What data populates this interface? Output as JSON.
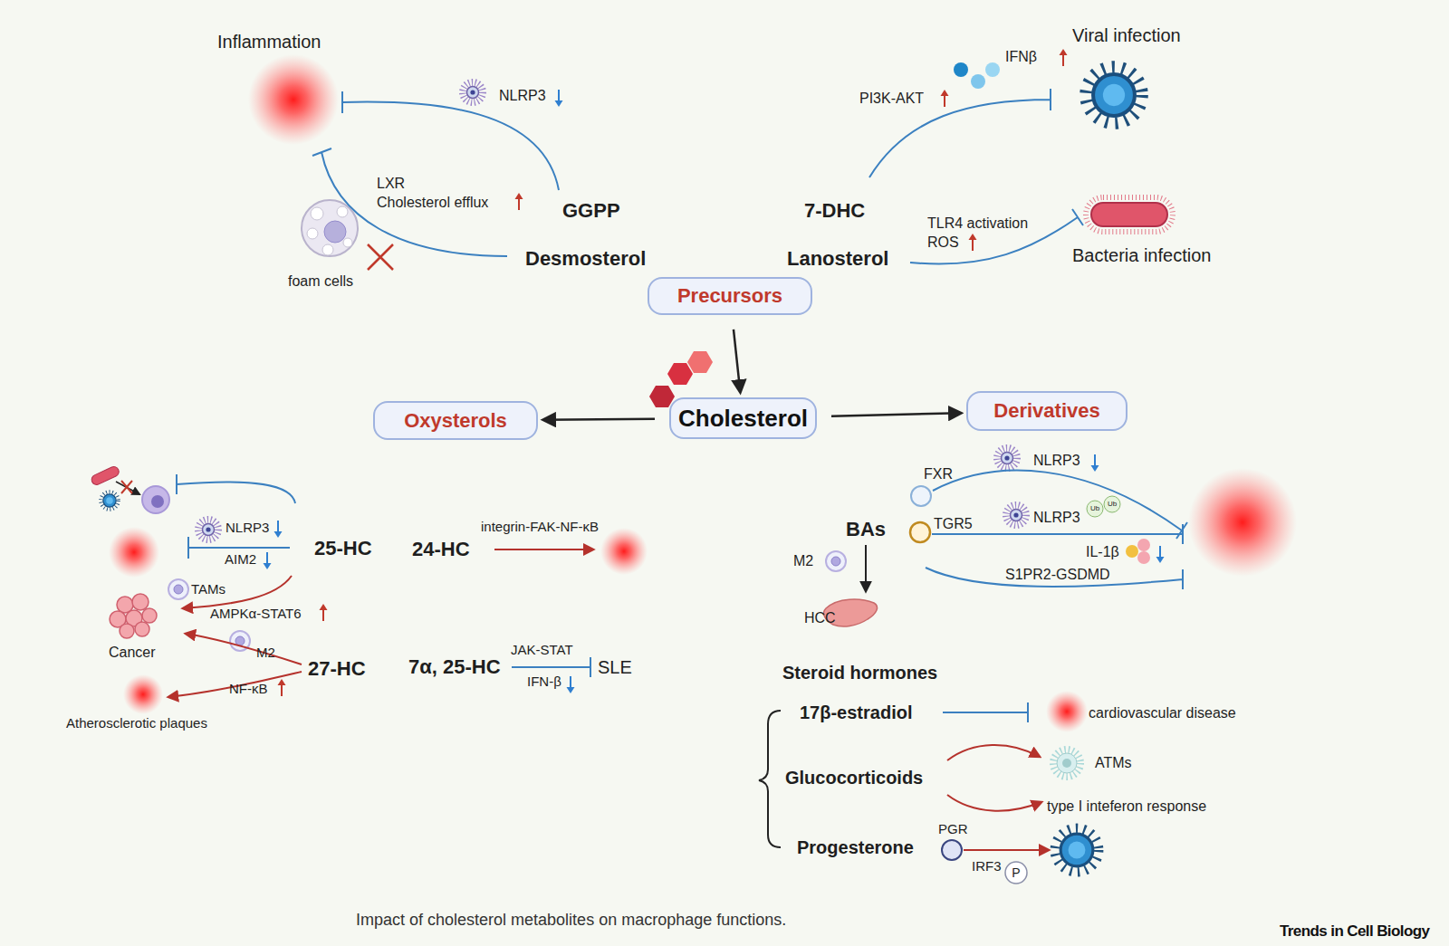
{
  "diagram": {
    "caption": "Impact of cholesterol metabolites on macrophage functions.",
    "nodes": [
      {
        "text": [
          "Precursors"
        ]
      },
      {
        "text": [
          "Cholesterol"
        ]
      },
      {
        "text": [
          "Oxysterols"
        ]
      },
      {
        "text": [
          "Derivatives"
        ]
      }
    ],
    "edges": [
      {
        "from": 0,
        "to": 1,
        "arrow": "to"
      },
      {
        "from": 1,
        "to": 2,
        "arrow": "to"
      },
      {
        "from": 1,
        "to": 3,
        "arrow": "to"
      }
    ],
    "labels": [
      "Inflammation",
      "NLRP3",
      "LXR",
      "Cholesterol efflux",
      "GGPP",
      "foam cells",
      "Desmosterol",
      "IFNβ",
      "Viral infection",
      "PI3K-AKT",
      "7-DHC",
      "TLR4 activation",
      "ROS",
      "Lanosterol",
      "Bacteria infection",
      "NLRP3",
      "AIM2",
      "25-HC",
      "24-HC",
      "integrin-FAK-NF-κB",
      "TAMs",
      "AMPKα-STAT6",
      "Cancer",
      "M2",
      "27-HC",
      "NF-κB",
      "Atherosclerotic plaques",
      "7α, 25-HC",
      "JAK-STAT",
      "SLE",
      "IFN-β",
      "FXR",
      "NLRP3",
      "TGR5",
      "NLRP3",
      "Ub",
      "Ub",
      "IL-1β",
      "S1PR2-GSDMD",
      "BAs",
      "M2",
      "HCC",
      "Steroid hormones",
      "17β-estradiol",
      "cardiovascular disease",
      "Glucocorticoids",
      "ATMs",
      "type I inteferon response",
      "Progesterone",
      "PGR",
      "IRF3",
      "P",
      "Trends in Cell Biology"
    ]
  }
}
